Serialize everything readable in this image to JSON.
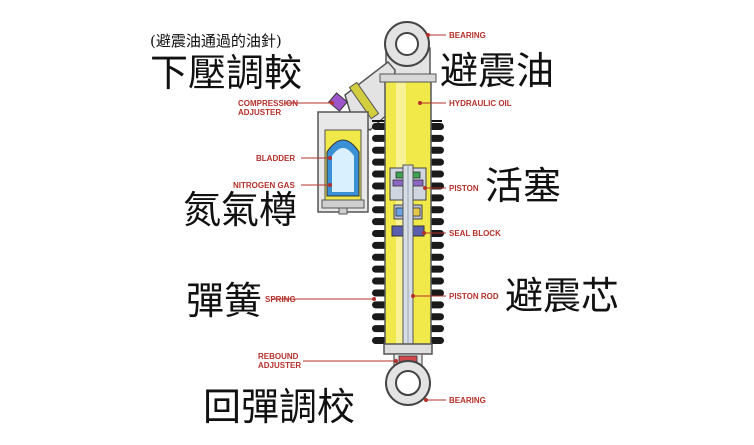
{
  "colors": {
    "body_yellow": "#f1e84a",
    "spring_black": "#1a1a1a",
    "frame_gray": "#e3e3e3",
    "label_red": "#b5312b",
    "text_black": "#111111"
  },
  "labels": {
    "bearing_top": "BEARING",
    "hydraulic_oil": "HYDRAULIC OIL",
    "compression_adjuster_line1": "COMPRESSION",
    "compression_adjuster_line2": "ADJUSTER",
    "bladder": "BLADDER",
    "nitrogen_gas": "NITROGEN GAS",
    "piston": "PISTON",
    "seal_block": "SEAL BLOCK",
    "spring": "SPRING",
    "piston_rod": "PISTON ROD",
    "rebound_adjuster_line1": "REBOUND",
    "rebound_adjuster_line2": "ADJUSTER",
    "bearing_bottom": "BEARING"
  },
  "chinese": {
    "subtitle": "(避震油通過的油針)",
    "compression_adjuster": "下壓調較",
    "hydraulic_oil": "避震油",
    "piston": "活塞",
    "nitrogen_gas": "氮氣樽",
    "spring": "彈簧",
    "piston_rod": "避震芯",
    "rebound_adjuster": "回彈調校"
  }
}
